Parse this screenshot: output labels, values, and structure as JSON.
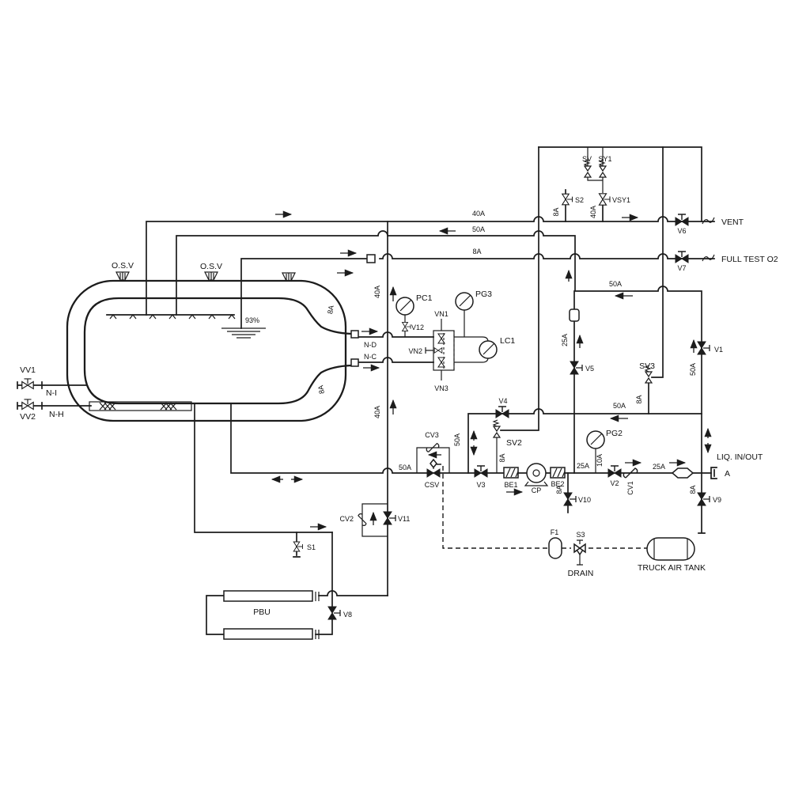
{
  "colors": {
    "ink": "#1c1c1c",
    "background": "#ffffff"
  },
  "labels": {
    "osv_left": "O.S.V",
    "osv_mid": "O.S.V",
    "fill_pct": "93%",
    "vv1": "VV1",
    "vv2": "VV2",
    "n_i": "N-I",
    "n_h": "N-H",
    "n_d": "N-D",
    "n_c": "N-C",
    "pc1": "PC1",
    "v12": "V12",
    "pg3": "PG3",
    "vn1": "VN1",
    "vn2": "VN2",
    "vn3": "VN3",
    "lc1": "LC1",
    "sv": "SV",
    "sy1": "SY1",
    "s2": "S2",
    "vsy1": "VSY1",
    "v6": "V6",
    "vent": "VENT",
    "v7": "V7",
    "full_test": "FULL TEST O2",
    "sz_40a_main": "40A",
    "sz_50a_main": "50A",
    "sz_8a_main": "8A",
    "sz_8a_s2": "8A",
    "sz_40a_vsy1": "40A",
    "sz_50a_recirc": "50A",
    "sz_25a_recirc": "25A",
    "sz_50a_v1": "50A",
    "sz_50a_v1b": "50A",
    "sv3": "SV3",
    "sz_8a_sv3": "8A",
    "sz_50a_econ": "50A",
    "v1": "V1",
    "v5": "V5",
    "v4": "V4",
    "sz_40a_riser_hi": "40A",
    "sz_40a_riser_lo": "40A",
    "sz_8a_duct_top": "8A",
    "sz_8a_duct_bot": "8A",
    "sz_50a_suction": "50A",
    "sz_50a_drop": "50A",
    "sv2": "SV2",
    "sz_8a_sv2": "8A",
    "pg2": "PG2",
    "sz_10a_pg2": "10A",
    "sz_25a_pump": "25A",
    "sz_25a_out": "25A",
    "liq_inout": "LIQ. IN/OUT",
    "port_a": "A",
    "v2": "V2",
    "cv1": "CV1",
    "v3": "V3",
    "be1": "BE1",
    "cp": "CP",
    "be2": "BE2",
    "v10": "V10",
    "sz_8a_v10": "8A",
    "v9": "V9",
    "sz_8a_v9": "8A",
    "csv": "CSV",
    "cv3": "CV3",
    "cv2": "CV2",
    "v11": "V11",
    "s1": "S1",
    "pbu": "PBU",
    "v8": "V8",
    "f1": "F1",
    "s3": "S3",
    "drain": "DRAIN",
    "truck_air_tank": "TRUCK AIR TANK"
  }
}
